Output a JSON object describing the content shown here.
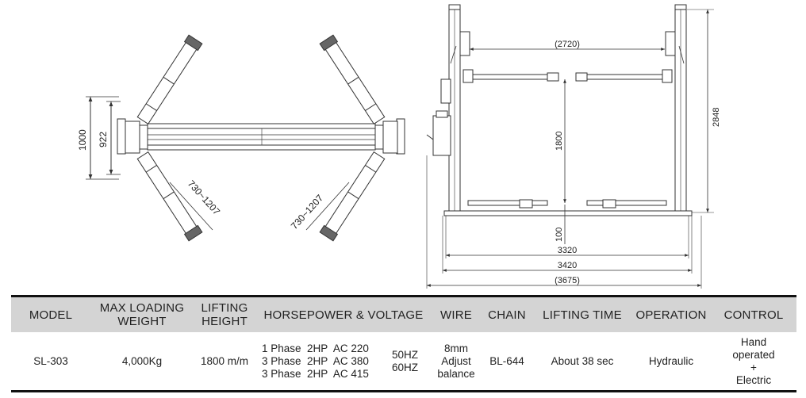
{
  "dimensions": {
    "overall_height": "1000",
    "column_span": "922",
    "arm_left": "730~1207",
    "arm_right": "730~1207",
    "inner_width": "(2720)",
    "total_height": "2848",
    "lift_height": "1800",
    "min_height": "100",
    "width_3320": "3320",
    "width_3420": "3420",
    "width_3675": "(3675)"
  },
  "table": {
    "headers": {
      "model": "MODEL",
      "max_loading_1": "MAX LOADING",
      "max_loading_2": "WEIGHT",
      "lifting_1": "LIFTING",
      "lifting_2": "HEIGHT",
      "horsepower": "HORSEPOWER & VOLTAGE",
      "wire": "WIRE",
      "chain": "CHAIN",
      "lifting_time": "LIFTING TIME",
      "operation": "OPERATION",
      "control": "CONTROL"
    },
    "row": {
      "model": "SL-303",
      "weight": "4,000Kg",
      "height": "1800 m/m",
      "power": [
        "1 Phase  2HP  AC 220",
        "3 Phase  2HP  AC 380",
        "3 Phase  2HP  AC 415"
      ],
      "frequency": [
        "50HZ",
        "60HZ"
      ],
      "wire": [
        "8mm",
        "Adjust",
        "balance"
      ],
      "chain": "BL-644",
      "lifting_time": "About 38 sec",
      "operation": "Hydraulic",
      "control": [
        "Hand",
        "operated",
        "+",
        "Electric"
      ]
    }
  }
}
